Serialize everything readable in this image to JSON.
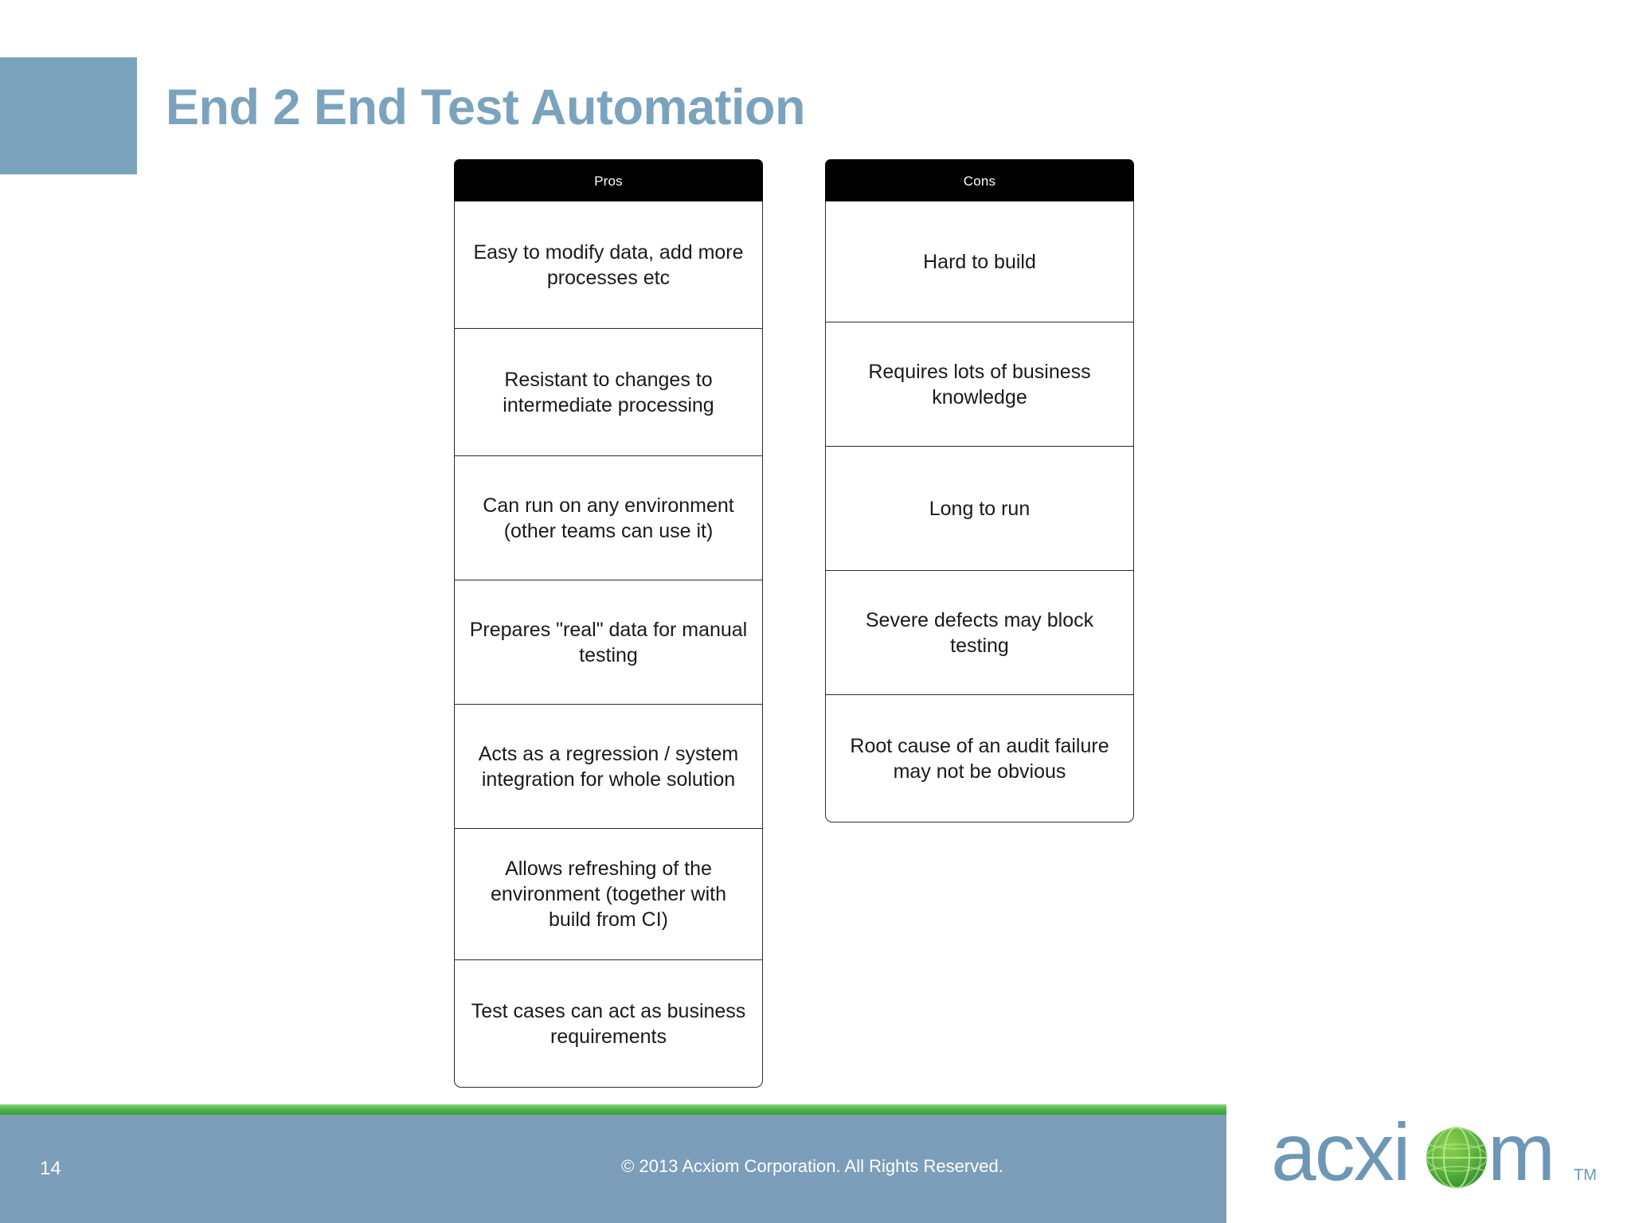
{
  "slide": {
    "title": "End 2 End Test Automation",
    "page_number": "14",
    "copyright": "© 2013 Acxiom Corporation. All Rights Reserved.",
    "logo_text": "acxiom",
    "logo_trademark": "TM",
    "colors": {
      "accent_blue": "#7ba3bd",
      "footer_blue": "#7c9eba",
      "footer_green": "#4eb949",
      "header_black": "#000000",
      "logo_green": "#4aa93c",
      "logo_blue": "#6e97b6"
    }
  },
  "columns": [
    {
      "header": "Pros",
      "items": [
        "Easy to modify data, add more processes etc",
        "Resistant to changes to intermediate processing",
        "Can run on any environment (other teams can use it)",
        "Prepares \"real\" data for manual testing",
        "Acts as a regression / system integration for whole solution",
        "Allows refreshing of the environment (together with build from CI)",
        "Test cases can act as business requirements"
      ]
    },
    {
      "header": "Cons",
      "items": [
        "Hard to build",
        "Requires lots of business knowledge",
        "Long to run",
        "Severe defects may block testing",
        "Root cause of an audit failure may not be obvious"
      ]
    }
  ]
}
